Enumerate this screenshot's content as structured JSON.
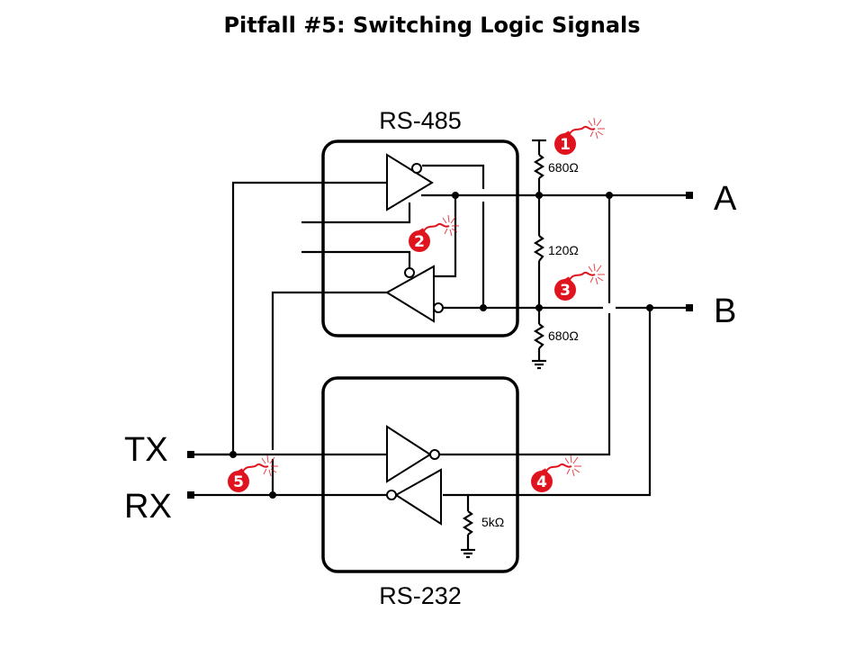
{
  "title": "Pitfall #5: Switching Logic Signals",
  "blocks": {
    "rs485": {
      "label": "RS-485"
    },
    "rs232": {
      "label": "RS-232"
    }
  },
  "pins": {
    "a": "A",
    "b": "B",
    "tx": "TX",
    "rx": "RX"
  },
  "resistors": {
    "pullup": "680Ω",
    "termination": "120Ω",
    "pulldown": "680Ω",
    "rs232_input": "5kΩ"
  },
  "pitfalls": [
    {
      "number": "1",
      "color": "#e0141e"
    },
    {
      "number": "2",
      "color": "#e0141e"
    },
    {
      "number": "3",
      "color": "#e0141e"
    },
    {
      "number": "4",
      "color": "#e0141e"
    },
    {
      "number": "5",
      "color": "#e0141e"
    }
  ]
}
